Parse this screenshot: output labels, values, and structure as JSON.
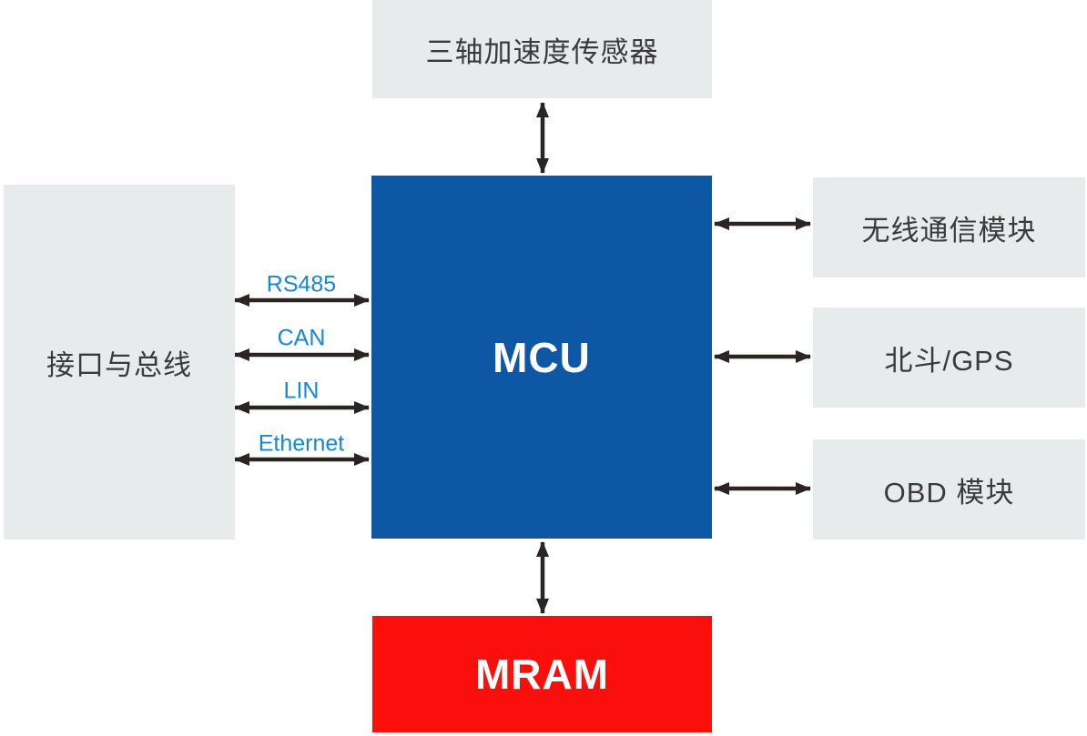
{
  "diagram": {
    "title": "MCU system block diagram",
    "colors": {
      "background": "#ffffff",
      "node_gray": "#e8ebec",
      "mcu_blue": "#0d57a4",
      "mram_red": "#fa0f0c",
      "arrow_dark": "#2a2423",
      "bus_label_blue": "#1688d3",
      "node_text_dark": "#3a3a3a"
    },
    "nodes": {
      "accelerometer": {
        "label": "三轴加速度传感器"
      },
      "interface_bus": {
        "label": "接口与总线"
      },
      "mcu": {
        "label": "MCU"
      },
      "wireless": {
        "label": "无线通信模块"
      },
      "beidou_gps": {
        "label": "北斗/GPS"
      },
      "obd": {
        "label": "OBD 模块"
      },
      "mram": {
        "label": "MRAM"
      }
    },
    "bus_labels": [
      {
        "label": "RS485"
      },
      {
        "label": "CAN"
      },
      {
        "label": "LIN"
      },
      {
        "label": "Ethernet"
      }
    ],
    "connections": [
      {
        "from": "accelerometer",
        "to": "mcu",
        "style": "double-arrow"
      },
      {
        "from": "interface_bus",
        "to": "mcu",
        "style": "double-arrow",
        "label": "RS485"
      },
      {
        "from": "interface_bus",
        "to": "mcu",
        "style": "double-arrow",
        "label": "CAN"
      },
      {
        "from": "interface_bus",
        "to": "mcu",
        "style": "double-arrow",
        "label": "LIN"
      },
      {
        "from": "interface_bus",
        "to": "mcu",
        "style": "double-arrow",
        "label": "Ethernet"
      },
      {
        "from": "mcu",
        "to": "wireless",
        "style": "double-arrow"
      },
      {
        "from": "mcu",
        "to": "beidou_gps",
        "style": "double-arrow"
      },
      {
        "from": "mcu",
        "to": "obd",
        "style": "double-arrow"
      },
      {
        "from": "mcu",
        "to": "mram",
        "style": "double-arrow"
      }
    ]
  }
}
